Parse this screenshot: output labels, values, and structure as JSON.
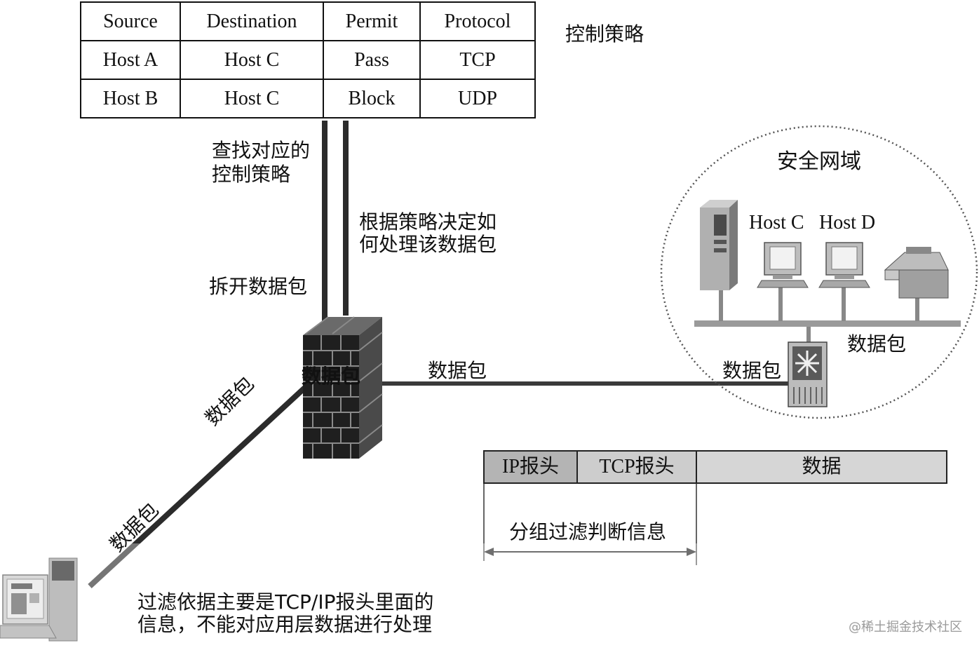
{
  "policy_table": {
    "headers": [
      "Source",
      "Destination",
      "Permit",
      "Protocol"
    ],
    "rows": [
      [
        "Host A",
        "Host C",
        "Pass",
        "TCP"
      ],
      [
        "Host B",
        "Host C",
        "Block",
        "UDP"
      ]
    ]
  },
  "labels": {
    "policy_title": "控制策略",
    "lookup_line1": "查找对应的",
    "lookup_line2": "控制策略",
    "decide_line1": "根据策略决定如",
    "decide_line2": "何处理该数据包",
    "unpack": "拆开数据包",
    "firewall_text": "数据包",
    "packet_horizontal": "数据包",
    "packet_zone_entry": "数据包",
    "packet_zone_bus": "数据包",
    "packet_diag_upper": "数据包",
    "packet_diag_lower": "数据包",
    "secure_zone": "安全网域",
    "host_c": "Host C",
    "host_d": "Host D",
    "filter_info": "分组过滤判断信息",
    "note_line1": "过滤依据主要是TCP/IP报头里面的",
    "note_line2": "信息，不能对应用层数据进行处理",
    "watermark": "@稀土掘金技术社区"
  },
  "packet_format": {
    "ip_header": "IP报头",
    "tcp_header": "TCP报头",
    "data": "数据"
  },
  "colors": {
    "ip_fill": "#b4b4b4",
    "tcp_fill": "#cdcdcd",
    "data_fill": "#d6d6d6",
    "brick": "#2a2a2a"
  }
}
